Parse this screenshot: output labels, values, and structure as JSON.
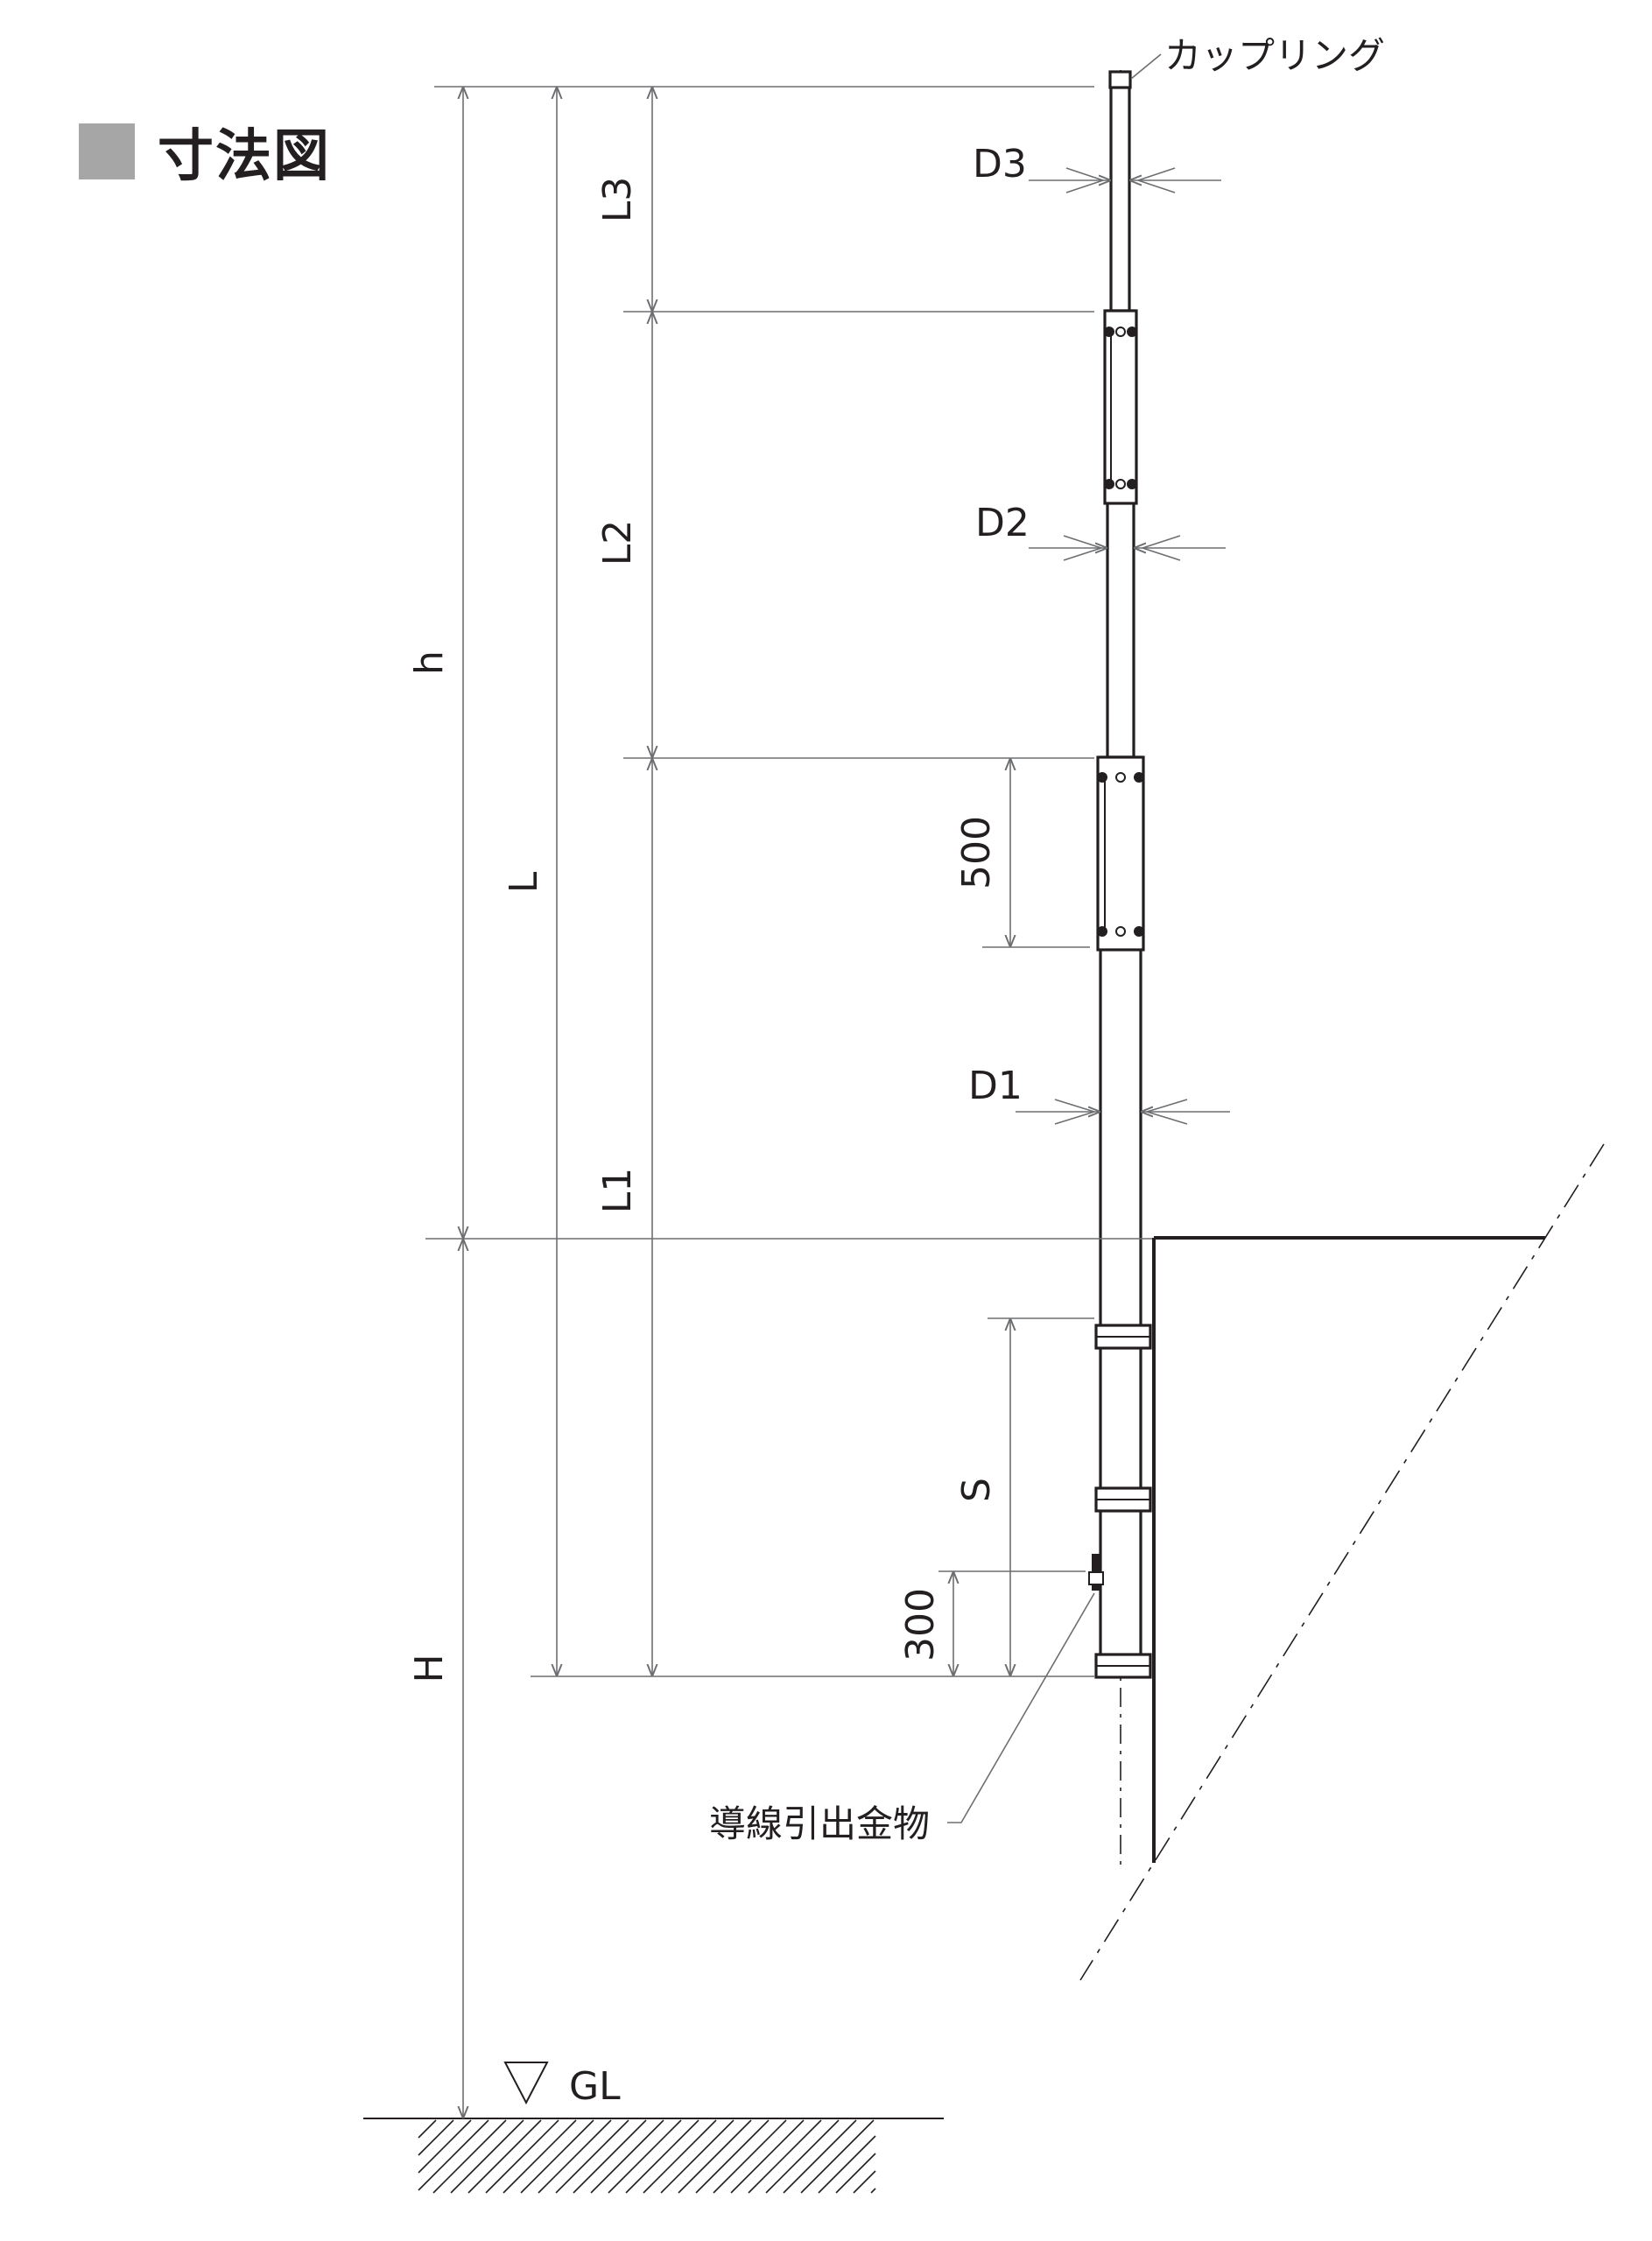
{
  "header": {
    "title": "寸法図",
    "marker_color": "#a6a6a6"
  },
  "labels": {
    "coupling": "カップリング",
    "d1": "D1",
    "d2": "D2",
    "d3": "D3",
    "l1": "L1",
    "l2": "L2",
    "l3": "L3",
    "l_total": "L",
    "h_upper": "h",
    "h_lower": "H",
    "s": "S",
    "dim_500": "500",
    "dim_300": "300",
    "lead_fitting": "導線引出金物",
    "gl": "GL"
  },
  "colors": {
    "line": "#231f20",
    "dimension": "#6d6e71"
  }
}
